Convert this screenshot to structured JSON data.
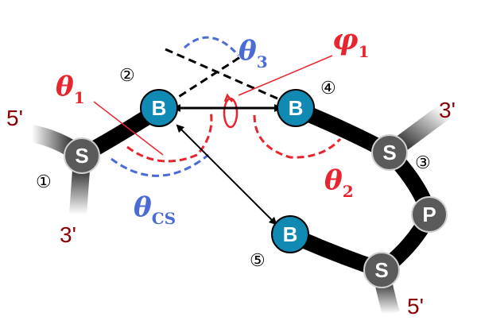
{
  "beads": {
    "sugar_letter": "S",
    "base_letter": "B",
    "phosphate_letter": "P"
  },
  "site_numbers": [
    "①",
    "②",
    "③",
    "④",
    "⑤"
  ],
  "strand_ends": {
    "left_top": "5'",
    "left_bottom": "3'",
    "right_top": "3'",
    "right_bottom": "5'"
  },
  "angles": {
    "theta1": {
      "symbol": "θ",
      "sub": "1"
    },
    "theta2": {
      "symbol": "θ",
      "sub": "2"
    },
    "theta3": {
      "symbol": "θ",
      "sub": "3"
    },
    "theta_cs": {
      "symbol": "θ",
      "sub": "CS"
    },
    "phi1": {
      "symbol": "φ",
      "sub": "1"
    }
  },
  "colors": {
    "backbone": "#000000",
    "sugar": "#5a5a5a",
    "base": "#1089b3",
    "phosphate": "#5a5a5a",
    "red": "#e8242f",
    "blue": "#4a6bd6",
    "end_label": "#8b0000"
  }
}
